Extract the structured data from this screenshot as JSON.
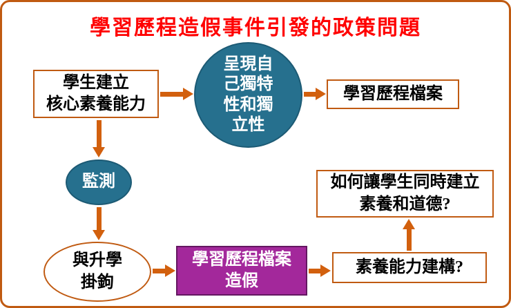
{
  "title": "學習歷程造假事件引發的政策問題",
  "colors": {
    "orange": "#C05A11",
    "arrow": "#D2600E",
    "teal": "#26708E",
    "tealBorder": "#1C5A74",
    "purple": "#A3289B",
    "purpleBorder": "#641761",
    "red": "#FF0000"
  },
  "nodes": {
    "student": {
      "lines": [
        "學生建立",
        "核心素養能力"
      ]
    },
    "present": {
      "lines": [
        "呈現自",
        "己獨特",
        "性和獨",
        "立性"
      ]
    },
    "portfolio": {
      "label": "學習歷程檔案"
    },
    "monitor": {
      "label": "監測"
    },
    "admission": {
      "lines": [
        "與升學",
        "掛鉤"
      ]
    },
    "fake": {
      "lines": [
        "學習歷程檔案",
        "造假"
      ]
    },
    "competency_question": {
      "label": "素養能力建構?"
    },
    "moral_question": {
      "lines": [
        "如何讓學生同時建立",
        "素養和道德?"
      ]
    }
  }
}
